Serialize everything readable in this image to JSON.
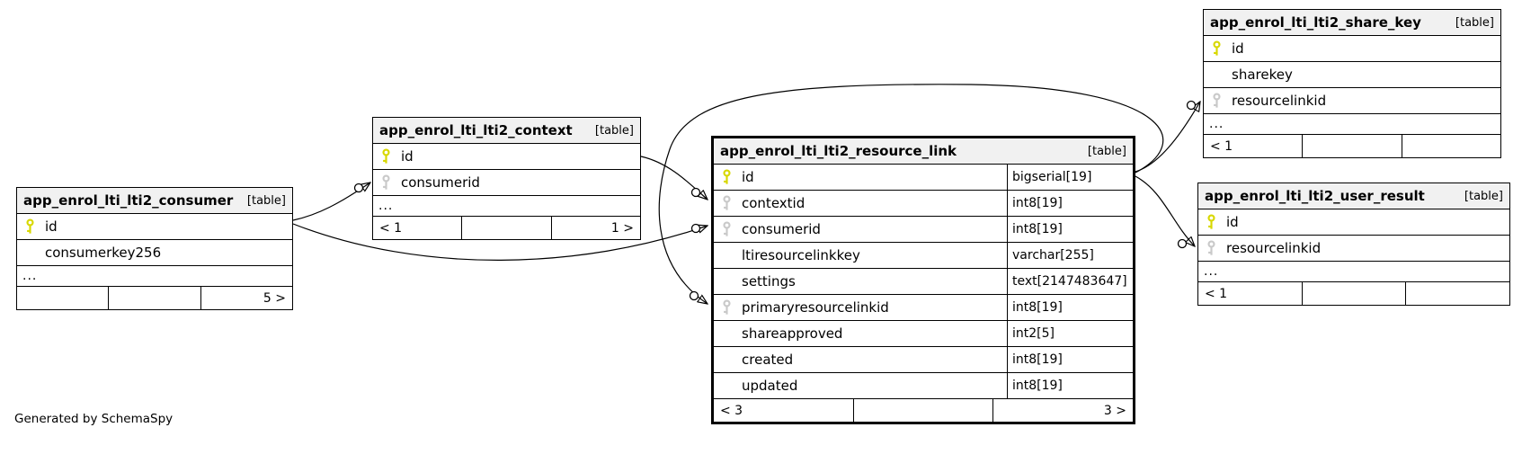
{
  "page": {
    "generated_by": "Generated by SchemaSpy"
  },
  "colors": {
    "primary_key_icon": "#d8d800",
    "foreign_key_icon": "#c9c9c9",
    "table_header_bg": "#f1f1f1",
    "border": "#000000",
    "background": "#ffffff"
  },
  "tables": [
    {
      "title": "app_enrol_lti_lti2_consumer",
      "tag": "[table]",
      "columns": [
        {
          "name": "id",
          "key": "primary"
        },
        {
          "name": "consumerkey256",
          "key": "none"
        }
      ],
      "ellipsis": "...",
      "footer": {
        "left": "",
        "mid": "",
        "right": "5 >"
      }
    },
    {
      "title": "app_enrol_lti_lti2_context",
      "tag": "[table]",
      "columns": [
        {
          "name": "id",
          "key": "primary"
        },
        {
          "name": "consumerid",
          "key": "foreign"
        }
      ],
      "ellipsis": "...",
      "footer": {
        "left": "< 1",
        "mid": "",
        "right": "1 >"
      }
    },
    {
      "title": "app_enrol_lti_lti2_resource_link",
      "tag": "[table]",
      "columns": [
        {
          "name": "id",
          "type": "bigserial[19]",
          "key": "primary"
        },
        {
          "name": "contextid",
          "type": "int8[19]",
          "key": "foreign"
        },
        {
          "name": "consumerid",
          "type": "int8[19]",
          "key": "foreign"
        },
        {
          "name": "ltiresourcelinkkey",
          "type": "varchar[255]",
          "key": "none"
        },
        {
          "name": "settings",
          "type": "text[2147483647]",
          "key": "none"
        },
        {
          "name": "primaryresourcelinkid",
          "type": "int8[19]",
          "key": "foreign"
        },
        {
          "name": "shareapproved",
          "type": "int2[5]",
          "key": "none"
        },
        {
          "name": "created",
          "type": "int8[19]",
          "key": "none"
        },
        {
          "name": "updated",
          "type": "int8[19]",
          "key": "none"
        }
      ],
      "footer": {
        "left": "< 3",
        "mid": "",
        "right": "3 >"
      }
    },
    {
      "title": "app_enrol_lti_lti2_share_key",
      "tag": "[table]",
      "columns": [
        {
          "name": "id",
          "key": "primary"
        },
        {
          "name": "sharekey",
          "key": "none"
        },
        {
          "name": "resourcelinkid",
          "key": "foreign"
        }
      ],
      "ellipsis": "...",
      "footer": {
        "left": "< 1",
        "mid": "",
        "right": ""
      }
    },
    {
      "title": "app_enrol_lti_lti2_user_result",
      "tag": "[table]",
      "columns": [
        {
          "name": "id",
          "key": "primary"
        },
        {
          "name": "resourcelinkid",
          "key": "foreign"
        }
      ],
      "ellipsis": "...",
      "footer": {
        "left": "< 1",
        "mid": "",
        "right": ""
      }
    }
  ],
  "relationships": [
    {
      "from": "app_enrol_lti_lti2_consumer.id",
      "to": "app_enrol_lti_lti2_context.consumerid"
    },
    {
      "from": "app_enrol_lti_lti2_consumer.id",
      "to": "app_enrol_lti_lti2_resource_link.consumerid"
    },
    {
      "from": "app_enrol_lti_lti2_context.id",
      "to": "app_enrol_lti_lti2_resource_link.contextid"
    },
    {
      "from": "app_enrol_lti_lti2_resource_link.id",
      "to": "app_enrol_lti_lti2_resource_link.primaryresourcelinkid"
    },
    {
      "from": "app_enrol_lti_lti2_resource_link.id",
      "to": "app_enrol_lti_lti2_share_key.resourcelinkid"
    },
    {
      "from": "app_enrol_lti_lti2_resource_link.id",
      "to": "app_enrol_lti_lti2_user_result.resourcelinkid"
    }
  ]
}
